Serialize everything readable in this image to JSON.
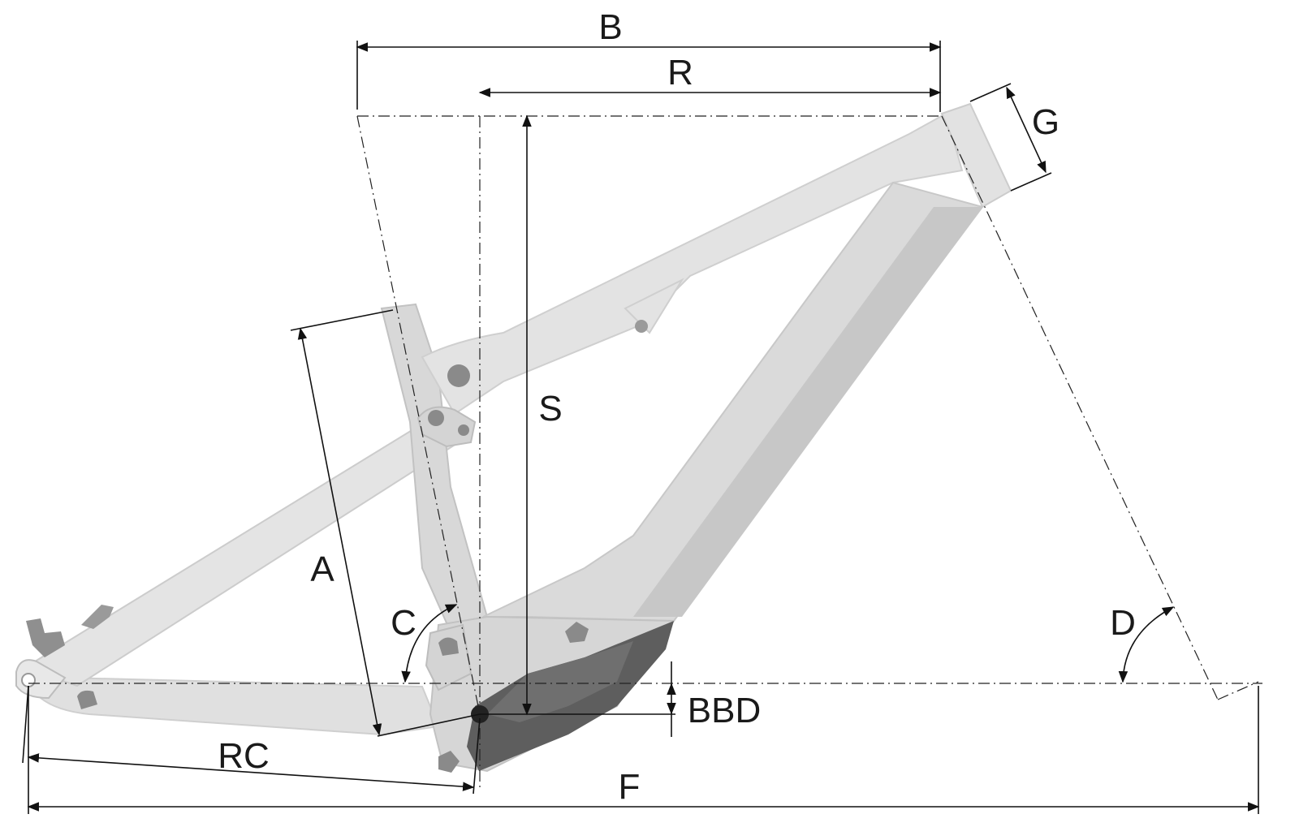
{
  "labels": {
    "a": "A",
    "b": "B",
    "bbd": "BBD",
    "c": "C",
    "d": "D",
    "f": "F",
    "g": "G",
    "r": "R",
    "rc": "RC",
    "s": "S"
  },
  "colors": {
    "frame_light": "#e3e3e3",
    "frame_mid": "#cfcfcf",
    "frame_shade": "#bdbdbd",
    "motor_dark": "#5e5e5e",
    "pivot": "#8a8a8a",
    "line": "#111111"
  }
}
